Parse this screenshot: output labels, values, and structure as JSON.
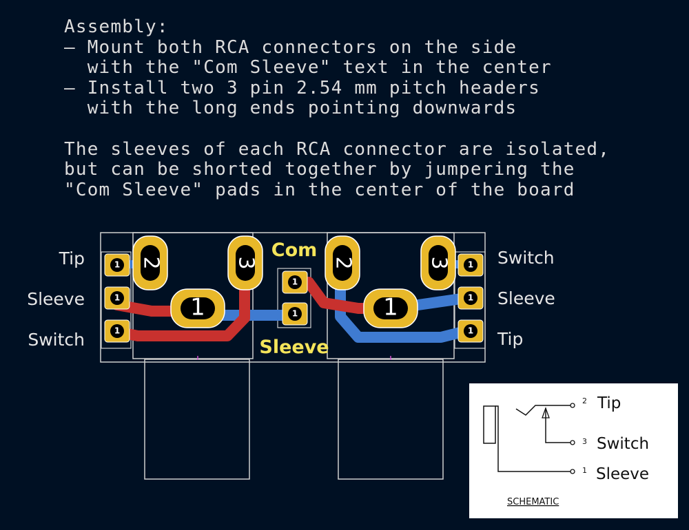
{
  "notes": [
    "Assembly:",
    "— Mount both RCA connectors on the side",
    "  with the \"Com Sleeve\" text in the center",
    "— Install two 3 pin 2.54 mm pitch headers",
    "  with the long ends pointing downwards",
    "",
    "The sleeves of each RCA connector are isolated,",
    "but can be shorted together by jumpering the",
    "\"Com Sleeve\" pads in the center of the board"
  ],
  "left_header_labels": [
    "Tip",
    "Sleeve",
    "Switch"
  ],
  "right_header_labels": [
    "Switch",
    "Sleeve",
    "Tip"
  ],
  "silk_com": "Com",
  "silk_sleeve": "Sleeve",
  "pad_numbers": {
    "header": "1",
    "jack_tip": "2",
    "jack_switch": "3",
    "jack_sleeve": "1"
  },
  "schematic": {
    "pins": [
      {
        "num": "2",
        "label": "Tip"
      },
      {
        "num": "3",
        "label": "Switch"
      },
      {
        "num": "1",
        "label": "Sleeve"
      }
    ],
    "caption": "SCHEMATIC"
  },
  "colors": {
    "background": "#001023",
    "pad": "#e8b82a",
    "top_trace": "#c8312e",
    "bottom_trace": "#3f7bd1",
    "silkscreen": "#f4e45a",
    "outline": "#cfcfcf"
  }
}
